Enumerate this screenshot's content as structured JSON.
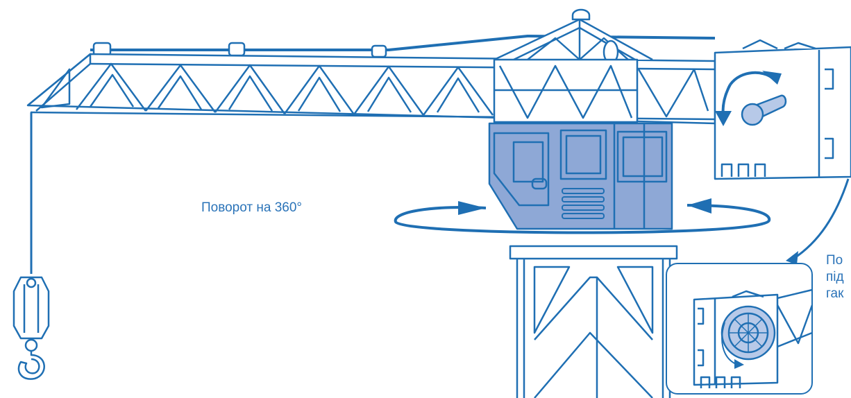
{
  "captions": {
    "rotate": "Поворот на 360°",
    "winch_line1": "По",
    "winch_line2": "під",
    "winch_line3": "гак"
  },
  "colors": {
    "stroke": "#1f6fb3",
    "cab_fill": "#8ea8d6",
    "knob_fill": "#b7c9e8",
    "text": "#2a73b8",
    "background": "#ffffff"
  },
  "icons": {
    "rotation_arrow": "rotate-360-arrow-icon",
    "knob_arrow": "curved-rotate-arrow-icon",
    "callout_arrow": "callout-arrow-icon"
  }
}
